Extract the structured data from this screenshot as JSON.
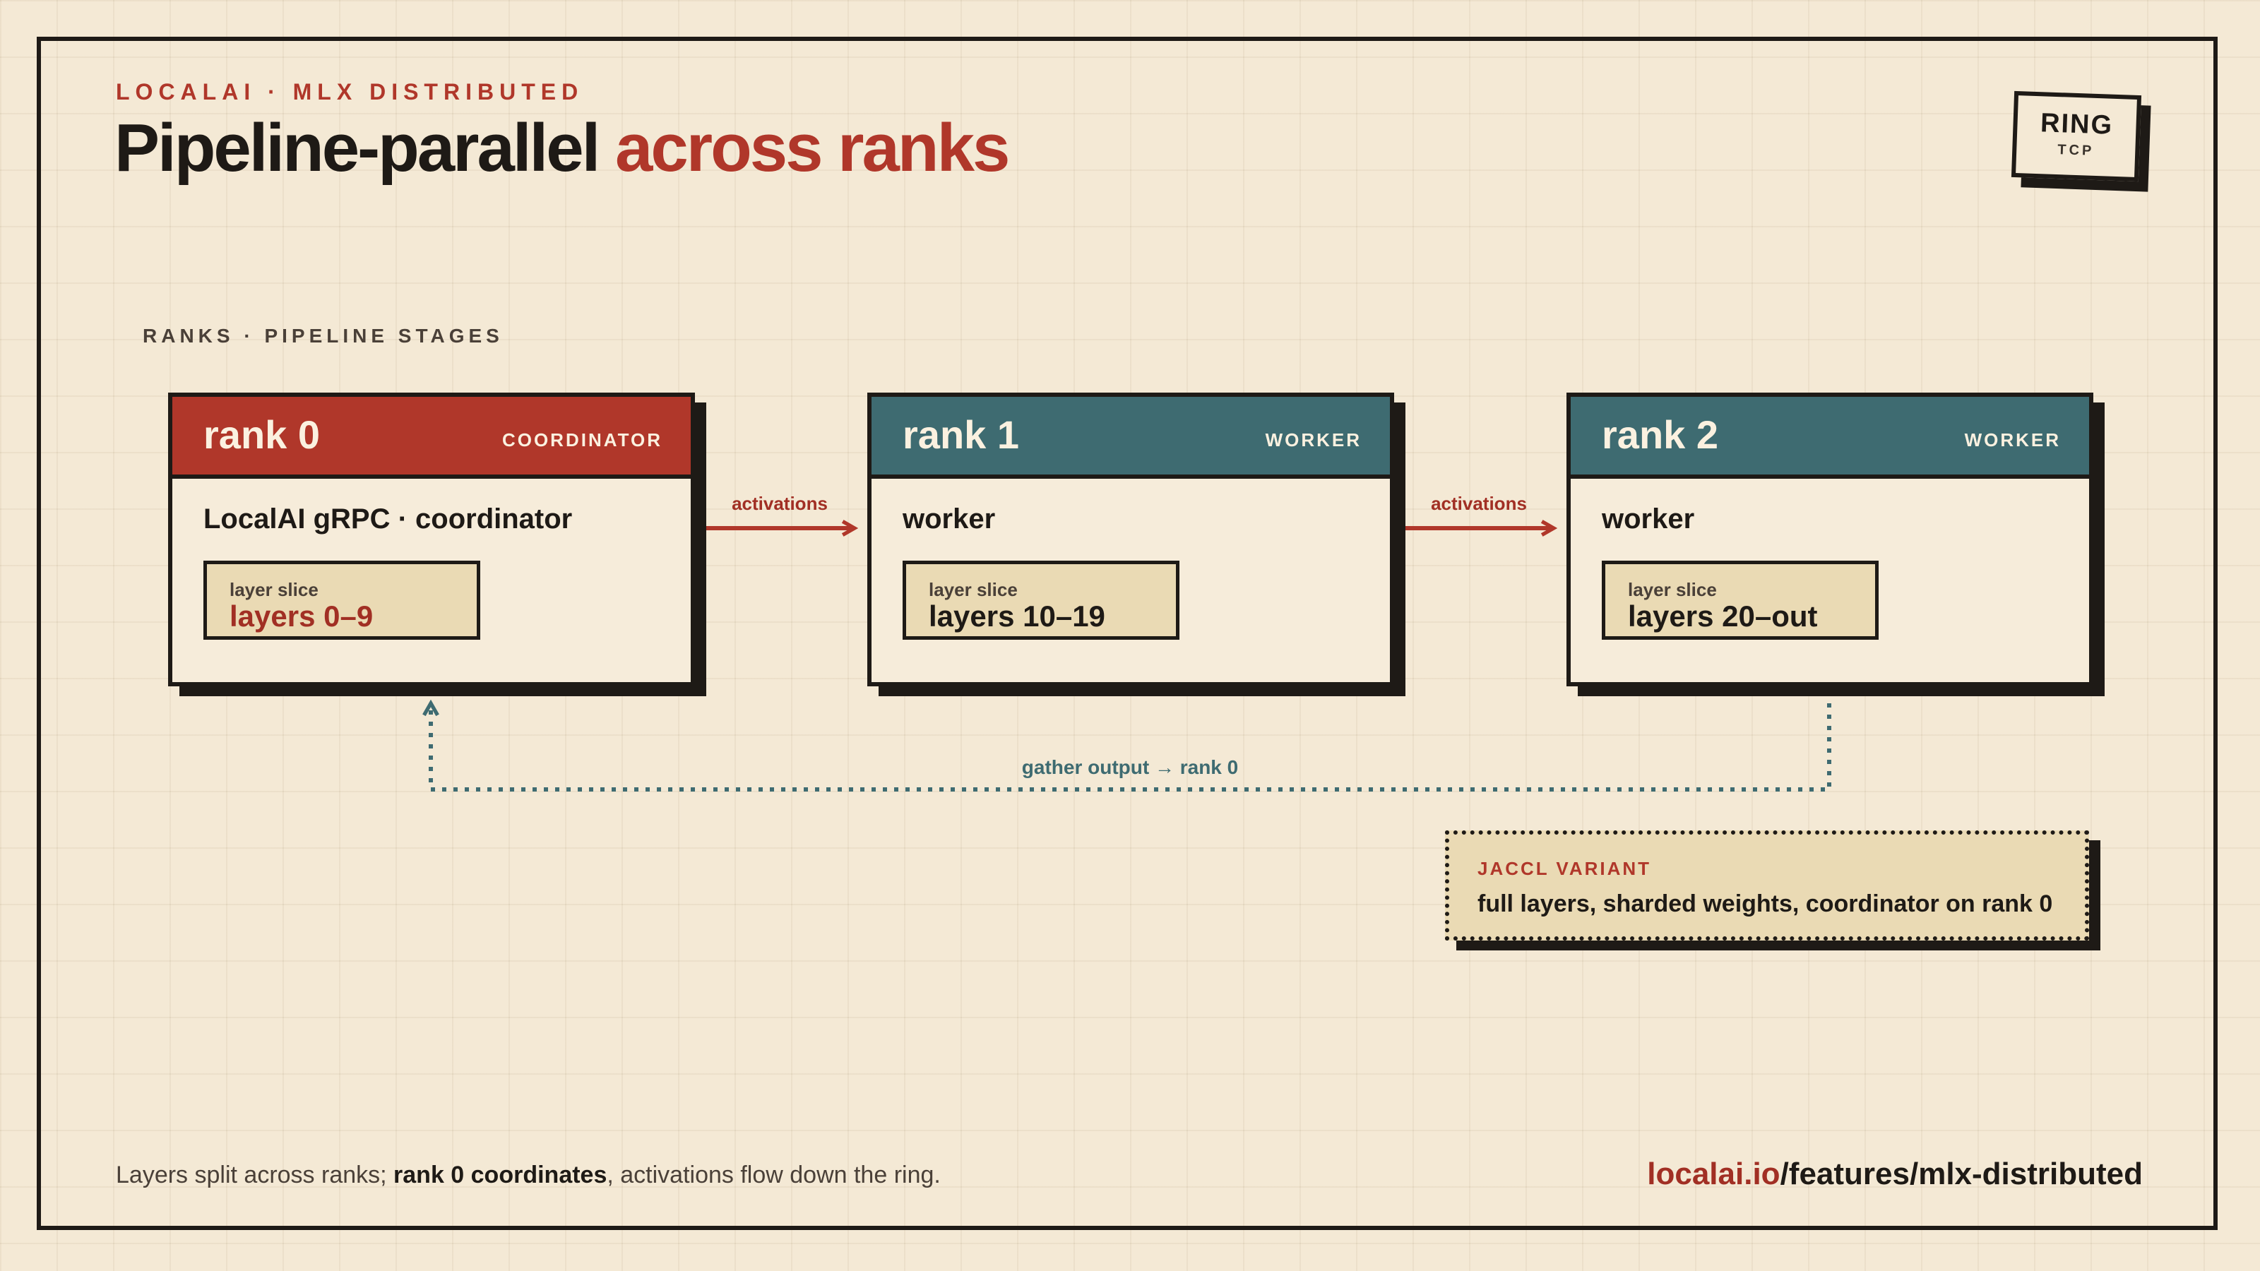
{
  "header": {
    "kicker": "LOCALAI · MLX DISTRIBUTED",
    "title_main": "Pipeline-parallel",
    "title_accent": "across ranks"
  },
  "badge": {
    "title": "RING",
    "subtitle": "TCP"
  },
  "section_label": "RANKS · PIPELINE STAGES",
  "ranks": [
    {
      "name": "rank 0",
      "role": "COORDINATOR",
      "description": "LocalAI gRPC · coordinator",
      "slice_label": "layer slice",
      "slice_value": "layers 0–9"
    },
    {
      "name": "rank 1",
      "role": "WORKER",
      "description": "worker",
      "slice_label": "layer slice",
      "slice_value": "layers 10–19"
    },
    {
      "name": "rank 2",
      "role": "WORKER",
      "description": "worker",
      "slice_label": "layer slice",
      "slice_value": "layers 20–out"
    }
  ],
  "connectors": {
    "activations_1": "activations",
    "activations_2": "activations",
    "gather": "gather output → rank 0"
  },
  "jaccl": {
    "title": "JACCL VARIANT",
    "text": "full layers, sharded weights, coordinator on rank 0"
  },
  "footer": {
    "note_part1": "Layers split across ranks; ",
    "note_strong": "rank 0 coordinates",
    "note_part2": ", activations flow down the ring.",
    "link_domain": "localai.io",
    "link_path": "/features/mlx-distributed"
  },
  "colors": {
    "background": "#f4e9d5",
    "ink": "#1e1a16",
    "red": "#b0372a",
    "teal": "#3e6b71",
    "slice_fill": "#eadab4"
  }
}
